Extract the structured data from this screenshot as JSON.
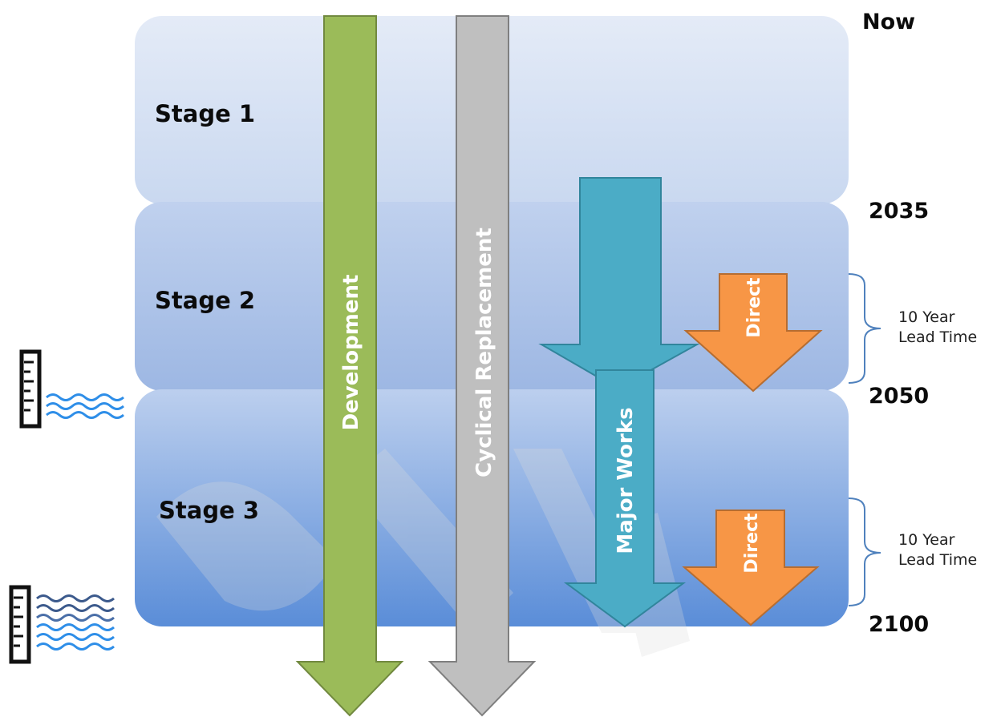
{
  "time_markers": {
    "now": "Now",
    "y2035": "2035",
    "y2050": "2050",
    "y2100": "2100"
  },
  "stages": [
    {
      "label": "Stage 1"
    },
    {
      "label": "Stage 2"
    },
    {
      "label": "Stage 3"
    }
  ],
  "arrows": {
    "development": "Development",
    "cyclical_replacement": "Cyclical Replacement",
    "major_works": "Major Works",
    "direct": "Direct"
  },
  "lead_times": [
    {
      "line1": "10 Year",
      "line2": "Lead Time"
    },
    {
      "line1": "10 Year",
      "line2": "Lead Time"
    }
  ],
  "colors": {
    "development": "#9BBB59",
    "cyclical": "#BFBFBF",
    "major_works": "#4BACC6",
    "direct": "#F79646",
    "stage_light": "#E3EAF6",
    "stage_dark": "#5B8FD6",
    "bracket": "#4F81BD"
  },
  "icons": [
    "flood-gauge-icon",
    "water-waves-icon"
  ]
}
